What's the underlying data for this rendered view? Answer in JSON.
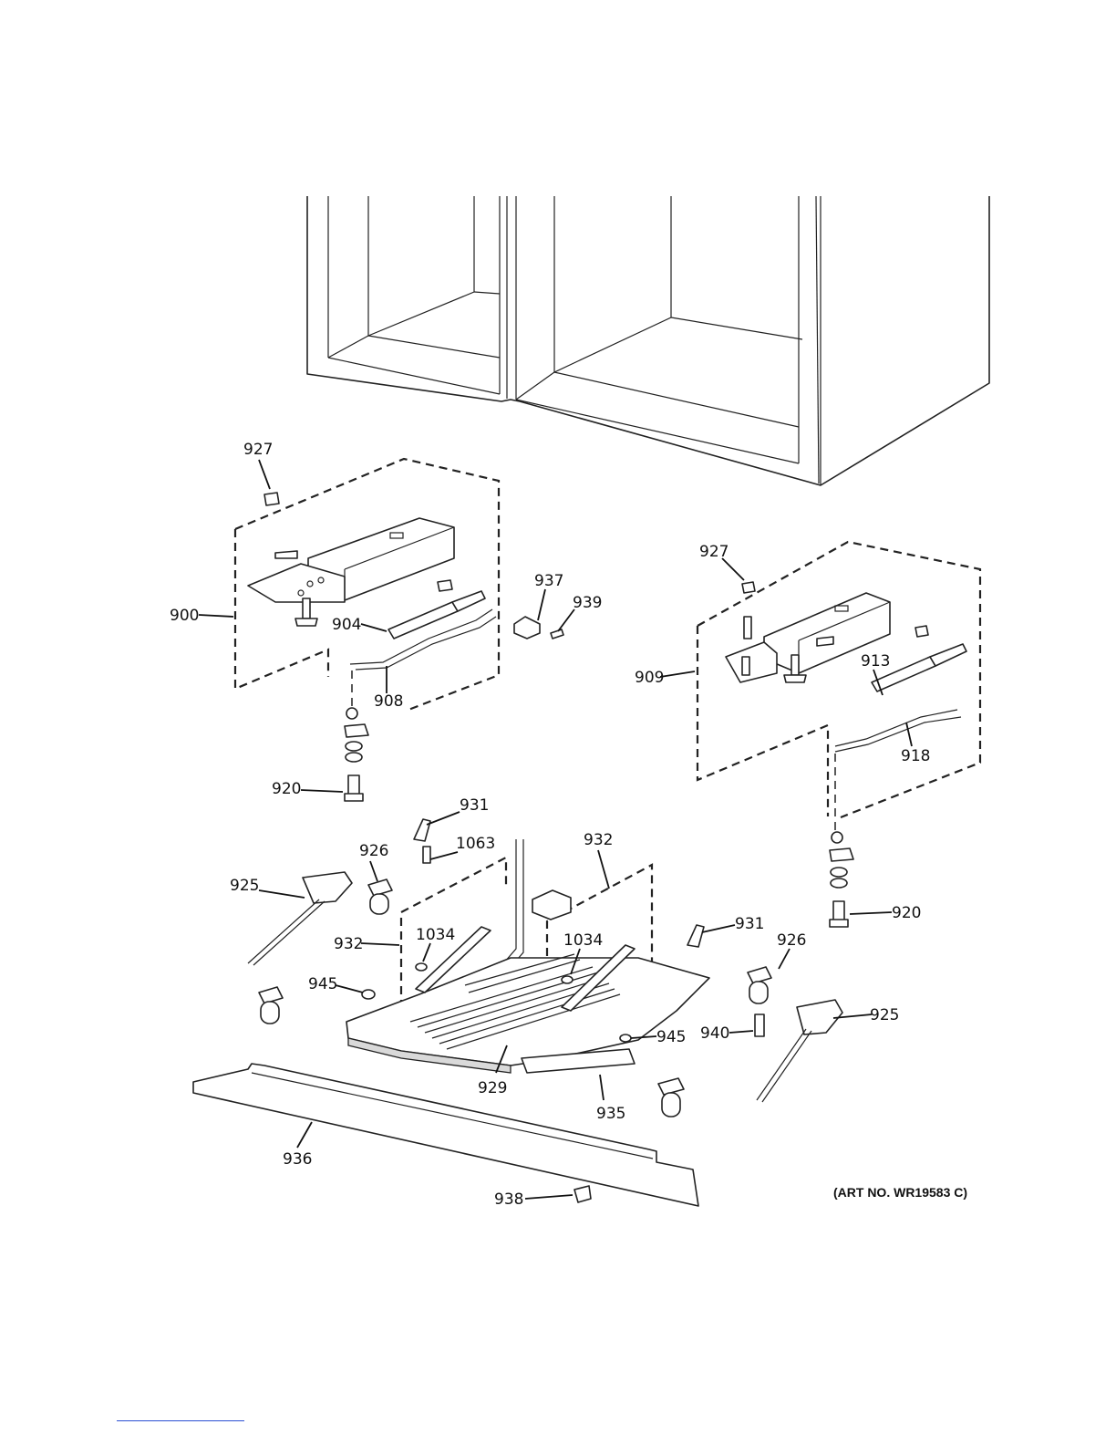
{
  "art_number": "(ART NO. WR19583 C)",
  "labels": {
    "l927a": "927",
    "l900": "900",
    "l904": "904",
    "l908": "908",
    "l937": "937",
    "l939": "939",
    "l920a": "920",
    "l927b": "927",
    "l909": "909",
    "l913": "913",
    "l918": "918",
    "l920b": "920",
    "l931a": "931",
    "l1063": "1063",
    "l932a": "932",
    "l926a": "926",
    "l925a": "925",
    "l932b": "932",
    "l1034a": "1034",
    "l1034b": "1034",
    "l945a": "945",
    "l931b": "931",
    "l926b": "926",
    "l925b": "925",
    "l940": "940",
    "l945b": "945",
    "l929": "929",
    "l935": "935",
    "l936": "936",
    "l938": "938"
  }
}
